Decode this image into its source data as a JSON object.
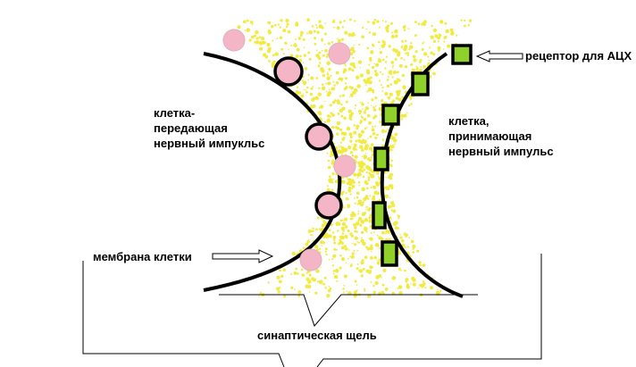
{
  "labels": {
    "sending_cell": [
      "клетка-",
      "передающая",
      "нервный импукльс"
    ],
    "receiving_cell": [
      "клетка,",
      "принимающая",
      "нервный импульс"
    ],
    "receptor": "рецептор для АЦХ",
    "membrane": "мембрана клетки",
    "synaptic_cleft": "синаптическая щель"
  },
  "colors": {
    "membrane": "#000000",
    "vesicle_fill": "#f4b6c6",
    "receptor_fill": "#8fd12a",
    "mediator": "#f2ea40",
    "background": "#ffffff"
  }
}
